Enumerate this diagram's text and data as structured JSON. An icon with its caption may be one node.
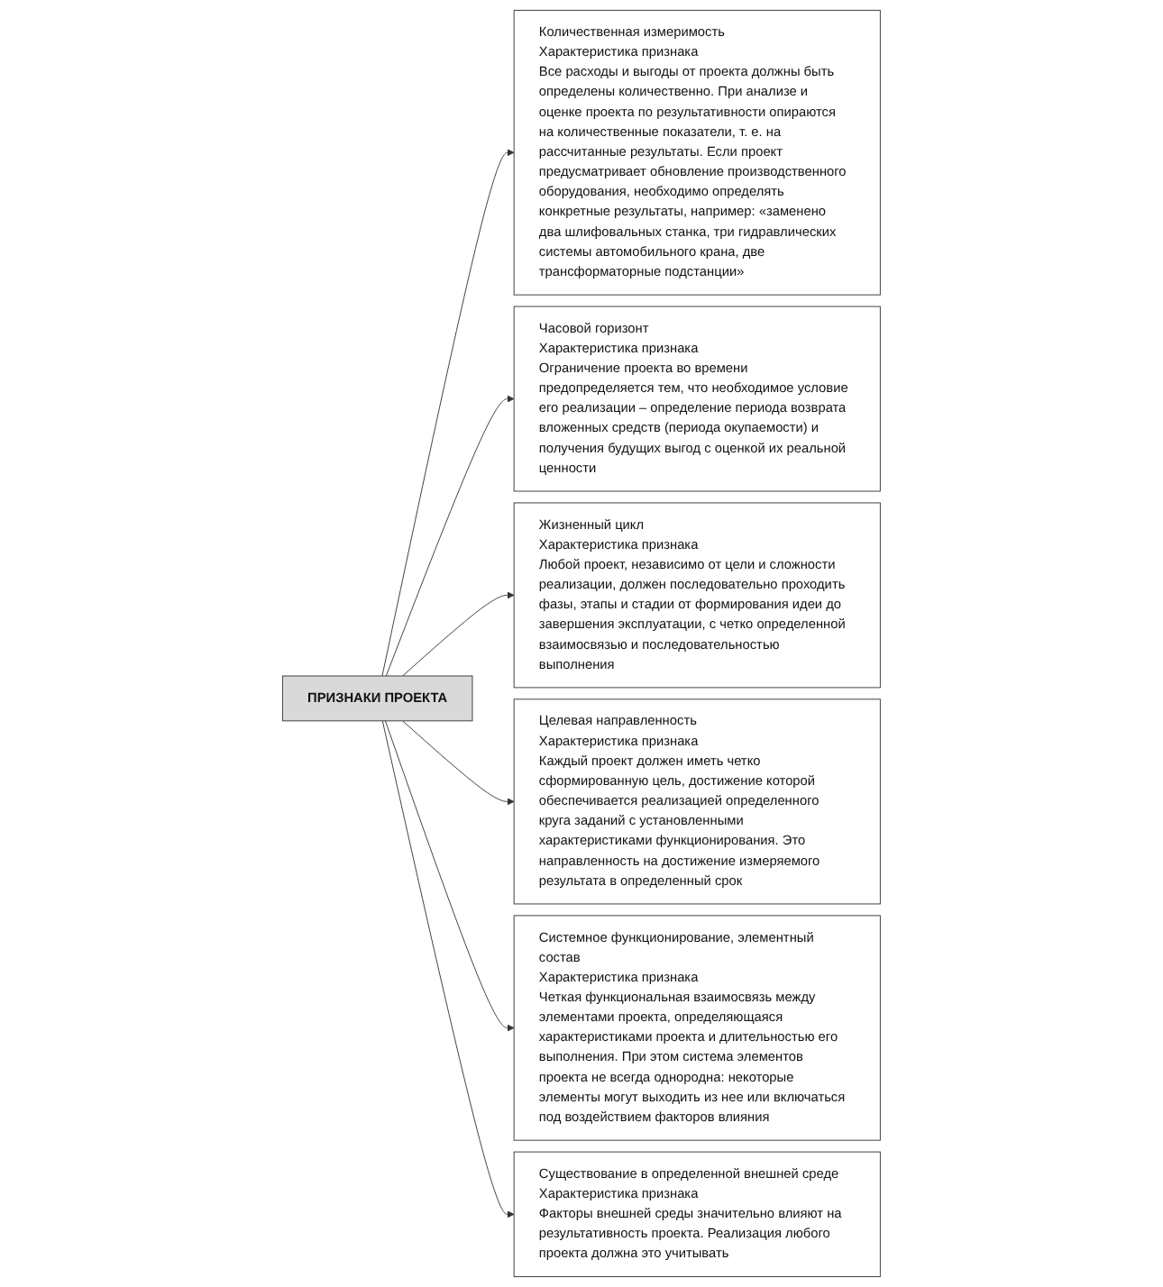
{
  "diagram": {
    "nodes": [
      {
        "text": [
          "Количественная измеримость",
          "Характеристика признака",
          "Все расходы и выгоды от проекта должны быть определены количественно. При анализе и оценке проекта по результативности опираются на количественные показатели, т. е. на рассчитанные результаты. Если проект предусматривает обновление производственного оборудования, необходимо определять конкретные результаты, например: «заменено два шлифовальных станка, три гидравлических системы автомобильного крана, две трансформаторные подстанции»"
        ]
      },
      {
        "text": [
          "Часовой горизонт",
          "Характеристика признака",
          "Ограничение проекта во времени предопределяется тем, что необходимое условие его реализации – определение периода возврата вложенных средств (периода окупаемости) и получения будущих выгод с оценкой их реальной ценности"
        ]
      },
      {
        "text": [
          "ПРИЗНАКИ ПРОЕКТА"
        ]
      },
      {
        "text": [
          "Жизненный цикл",
          "Характеристика признака",
          "Любой проект, независимо от цели и сложности реализации, должен последовательно проходить фазы, этапы и стадии от формирования идеи до завершения эксплуатации, с четко определенной взаимосвязью и последовательностью выполнения"
        ]
      },
      {
        "text": [
          "Целевая направленность",
          "Характеристика признака",
          "Каждый проект должен иметь четко сформированную цель, достижение которой обеспечивается реализацией определенного круга заданий с установленными характеристиками функционирования. Это направленность на достижение измеряемого результата в определенный срок"
        ]
      },
      {
        "text": [
          "Системное функционирование, элементный состав",
          "Характеристика признака",
          "Четкая функциональная взаимосвязь между элементами проекта, определяющаяся характеристиками проекта и длительностью его выполнения. При этом система элементов проекта не всегда однородна: некоторые элементы могут выходить из нее или включаться под воздействием факторов влияния"
        ]
      },
      {
        "text": [
          "Существование в определенной внешней среде",
          "Характеристика признака",
          "Факторы внешней среды значительно влияют на результативность проекта. Реализация любого проекта должна это учитывать"
        ]
      }
    ],
    "edges": [
      {
        "from": 2,
        "to": 0,
        "arrow": "to"
      },
      {
        "from": 2,
        "to": 1,
        "arrow": "to"
      },
      {
        "from": 2,
        "to": 3,
        "arrow": "to"
      },
      {
        "from": 2,
        "to": 4,
        "arrow": "to"
      },
      {
        "from": 2,
        "to": 5,
        "arrow": "to"
      },
      {
        "from": 2,
        "to": 6,
        "arrow": "to"
      }
    ]
  }
}
